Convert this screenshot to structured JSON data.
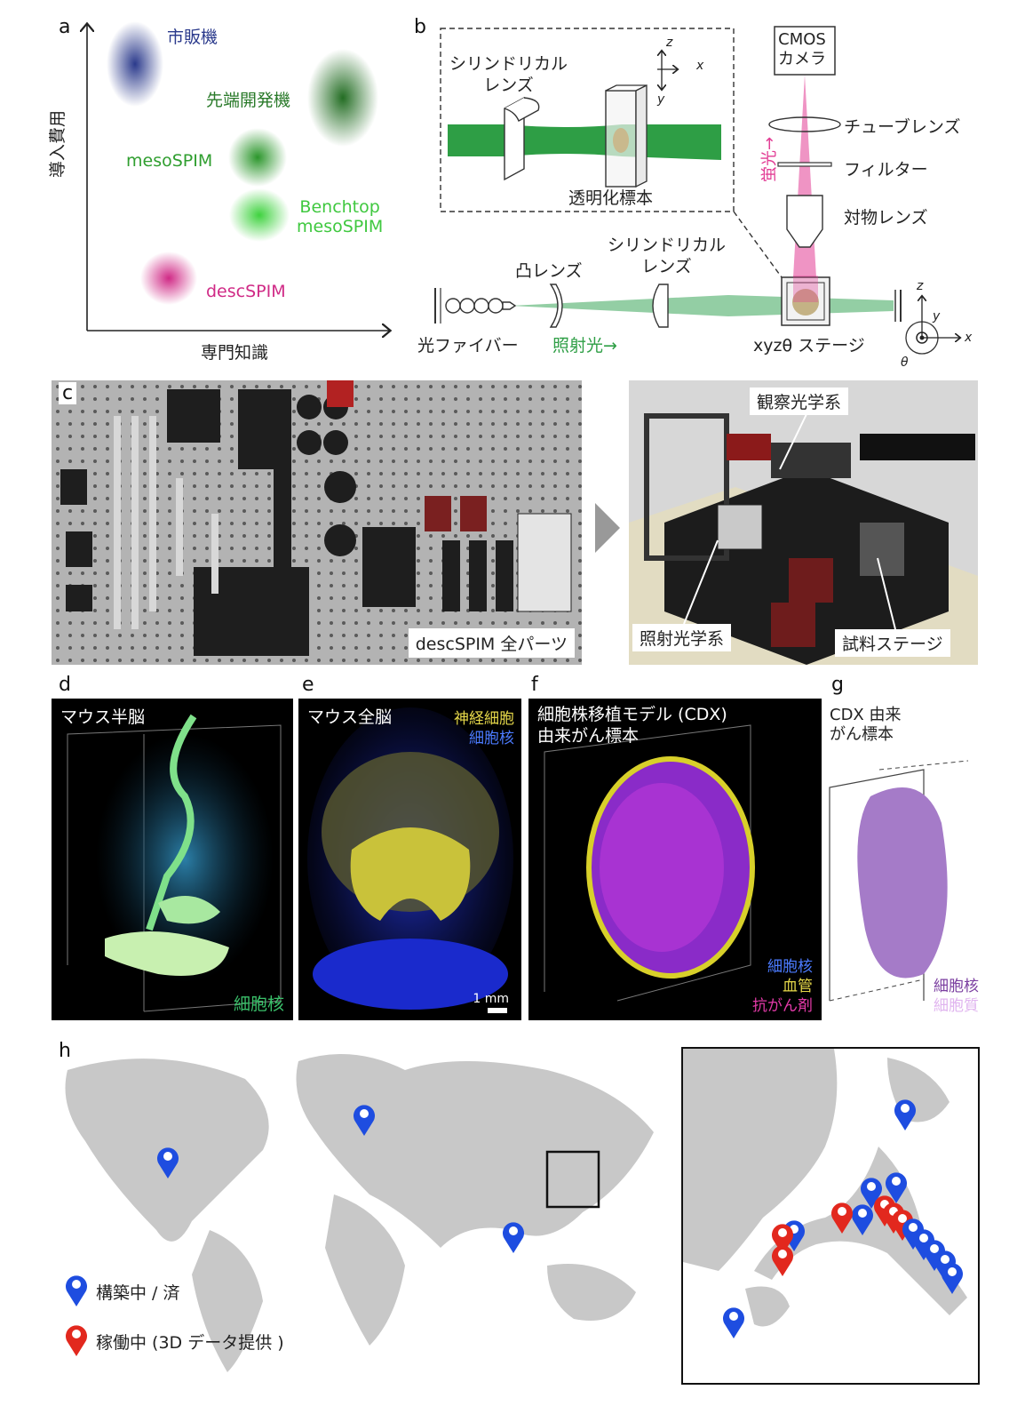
{
  "panels": {
    "a": "a",
    "b": "b",
    "c": "c",
    "d": "d",
    "e": "e",
    "f": "f",
    "g": "g",
    "h": "h"
  },
  "a": {
    "ylabel": "導入費用",
    "xlabel": "専門知識",
    "bubbles": [
      {
        "label": "市販機",
        "color": "#2b3a8c"
      },
      {
        "label": "先端開発機",
        "color": "#2a7a2a"
      },
      {
        "label": "mesoSPIM",
        "color": "#2f9e2f"
      },
      {
        "label": "Benchtop\nmesoSPIM",
        "color": "#3fd03f"
      },
      {
        "label": "descSPIM",
        "color": "#d02a86"
      }
    ]
  },
  "b": {
    "inset_lens": "シリンドリカル\nレンズ",
    "inset_sample": "透明化標本",
    "axis_z": "z",
    "axis_x": "x",
    "axis_y": "y",
    "cmos": "CMOS\nカメラ",
    "tube": "チューブレンズ",
    "filter": "フィルター",
    "objective": "対物レンズ",
    "fluor": "蛍光→",
    "convex": "凸レンズ",
    "cyl": "シリンドリカル\nレンズ",
    "fiber": "光ファイバー",
    "illum": "照射光→",
    "stage": "xyzθ ステージ",
    "theta": "θ"
  },
  "c": {
    "parts": "descSPIM 全パーツ",
    "observe": "観察光学系",
    "illum": "照射光学系",
    "stage": "試料ステージ"
  },
  "d": {
    "title": "マウス半脳",
    "stain": "細胞核"
  },
  "e": {
    "title": "マウス全脳",
    "ch1": "神経細胞",
    "ch2": "細胞核",
    "scale": "1 mm"
  },
  "f": {
    "title": "細胞株移植モデル (CDX)\n由来がん標本",
    "ch1": "細胞核",
    "ch2": "血管",
    "ch3": "抗がん剤"
  },
  "g": {
    "title": "CDX 由来\nがん標本",
    "ch1": "細胞核",
    "ch2": "細胞質"
  },
  "h": {
    "legend_blue": "構築中 / 済",
    "legend_red": "稼働中 (3D データ提供 )"
  }
}
